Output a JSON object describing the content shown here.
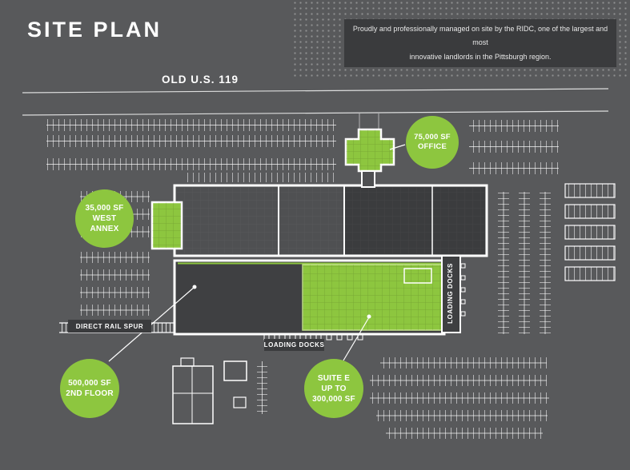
{
  "colors": {
    "background": "#58595b",
    "accent_green": "#8dc63f",
    "panel_dark": "#3a3b3d",
    "line_white": "#ffffff"
  },
  "header": {
    "title": "SITE PLAN",
    "note_line1": "Proudly and professionally managed on site by the RIDC, one of the largest and most",
    "note_line2": "innovative landlords in the Pittsburgh region."
  },
  "labels": {
    "road": "OLD U.S. 119",
    "rail_spur": "DIRECT RAIL SPUR",
    "loading_docks_bottom": "LOADING DOCKS",
    "loading_docks_right": "LOADING DOCKS"
  },
  "badges": {
    "office": {
      "lines": [
        "75,000 SF",
        "OFFICE"
      ]
    },
    "west_annex": {
      "lines": [
        "35,000 SF",
        "WEST",
        "ANNEX"
      ]
    },
    "second_floor": {
      "lines": [
        "500,000 SF",
        "2ND FLOOR"
      ]
    },
    "suite_e": {
      "lines": [
        "SUITE E",
        "UP TO",
        "300,000 SF"
      ]
    }
  }
}
